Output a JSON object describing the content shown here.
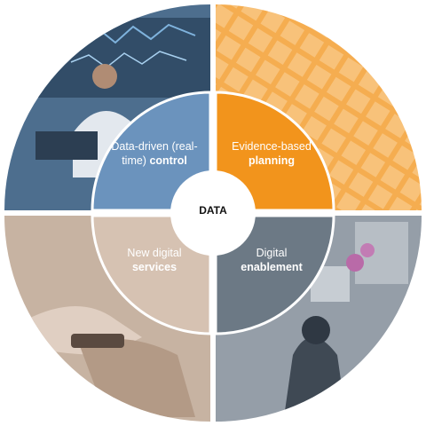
{
  "diagram": {
    "center": "DATA",
    "quadrants": [
      {
        "id": "tl",
        "line1": "Data-driven (real-",
        "line2_normal": "time) ",
        "line2_bold": "control",
        "color": "#6b93bd",
        "photo_tint": "#4c6f8f"
      },
      {
        "id": "tr",
        "line1": "Evidence-based",
        "line2_normal": "",
        "line2_bold": "planning",
        "color": "#f2941c",
        "photo_tint": "#f6b35b"
      },
      {
        "id": "bl",
        "line1": "New digital",
        "line2_normal": "",
        "line2_bold": "services",
        "color": "#d6c2b2",
        "photo_tint": "#c9b6a6"
      },
      {
        "id": "br",
        "line1": "Digital",
        "line2_normal": "",
        "line2_bold": "enablement",
        "color": "#6c7985",
        "photo_tint": "#939ba4"
      }
    ]
  }
}
